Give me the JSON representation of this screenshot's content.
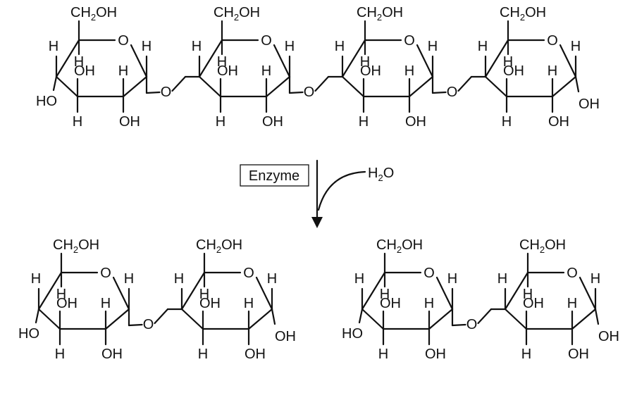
{
  "enzyme_label": "Enzyme",
  "water": {
    "main": "H",
    "sub": "2",
    "end": "O"
  },
  "ring_labels": {
    "ch2oh": {
      "main": "CH",
      "sub": "2",
      "end": "OH"
    },
    "ring_oxygen": "O",
    "hydrogen": "H",
    "hydroxyl": "OH",
    "hydroxyl_left": "HO",
    "glycosidic_oxygen": "O"
  }
}
